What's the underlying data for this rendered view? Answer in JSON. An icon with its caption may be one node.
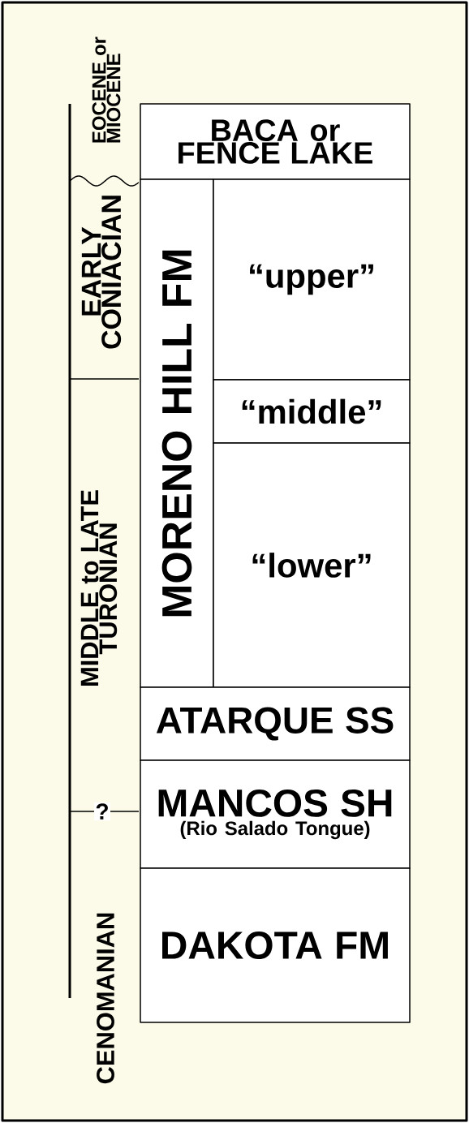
{
  "diagram": {
    "nodes": [
      {
        "text": [
          "BACA or FENCE LAKE"
        ]
      },
      {
        "text": [
          "MORENO HILL FM"
        ]
      },
      {
        "text": [
          "“upper”"
        ]
      },
      {
        "text": [
          "“middle”"
        ]
      },
      {
        "text": [
          "“lower”"
        ]
      },
      {
        "text": [
          "ATARQUE SS"
        ]
      },
      {
        "text": [
          "MANCOS SH",
          "(Rio Salado Tongue)"
        ]
      },
      {
        "text": [
          "DAKOTA FM"
        ]
      }
    ],
    "labels": [
      "EOCENE or MIOCENE",
      "EARLY CONIACIAN",
      "MIDDLE to LATE TURONIAN",
      "?",
      "CENOMANIAN"
    ]
  }
}
